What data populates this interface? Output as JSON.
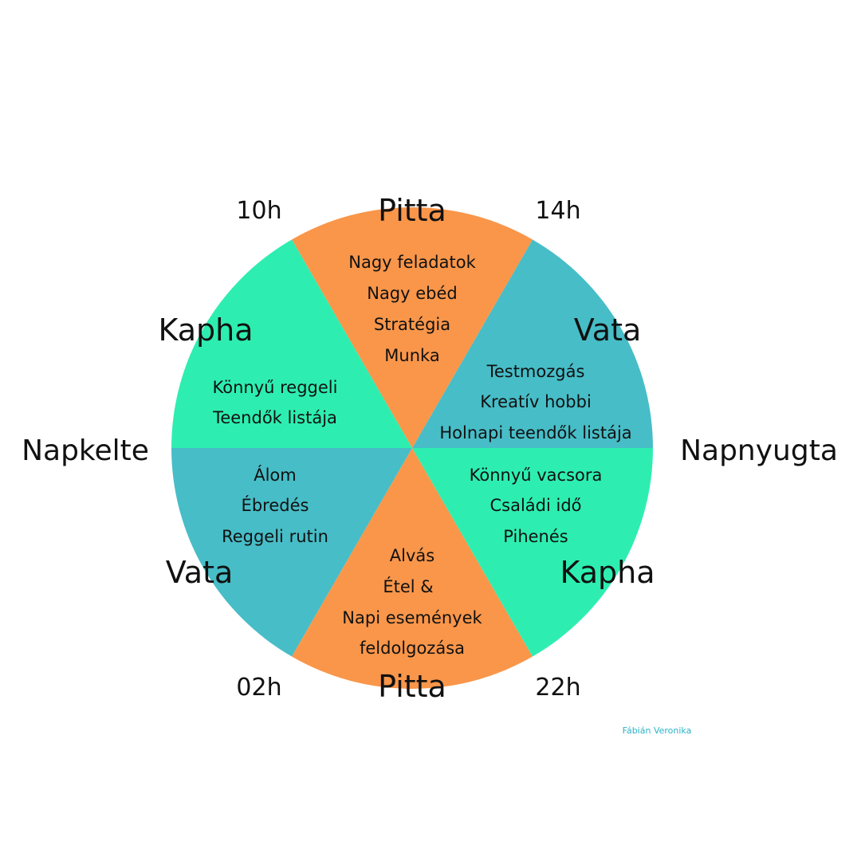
{
  "colors": {
    "pitta": "#F9964A",
    "vata": "#47BDC7",
    "kapha": "#2DEEB0",
    "signature": "#2BB3C9"
  },
  "hours": {
    "h10": "10h",
    "h14": "14h",
    "h02": "02h",
    "h22": "22h"
  },
  "sun": {
    "sunrise": "Napkelte",
    "sunset": "Napnyugta"
  },
  "sectors": {
    "top": {
      "dosha": "Pitta",
      "color": "pitta",
      "items": [
        "Nagy feladatok",
        "Nagy ebéd",
        "Stratégia",
        "Munka"
      ]
    },
    "upper_right": {
      "dosha": "Vata",
      "color": "vata",
      "items": [
        "Testmozgás",
        "Kreatív hobbi",
        "Holnapi teendők listája"
      ]
    },
    "lower_right": {
      "dosha": "Kapha",
      "color": "kapha",
      "items": [
        "Könnyű vacsora",
        "Családi idő",
        "Pihenés"
      ]
    },
    "bottom": {
      "dosha": "Pitta",
      "color": "pitta",
      "items": [
        "Alvás",
        "Étel &",
        "Napi események",
        "feldolgozása"
      ]
    },
    "lower_left": {
      "dosha": "Vata",
      "color": "vata",
      "items": [
        "Álom",
        "Ébredés",
        "Reggeli rutin"
      ]
    },
    "upper_left": {
      "dosha": "Kapha",
      "color": "kapha",
      "items": [
        "Könnyű reggeli",
        "Teendők listája"
      ]
    }
  },
  "signature": "Fábián Veronika"
}
